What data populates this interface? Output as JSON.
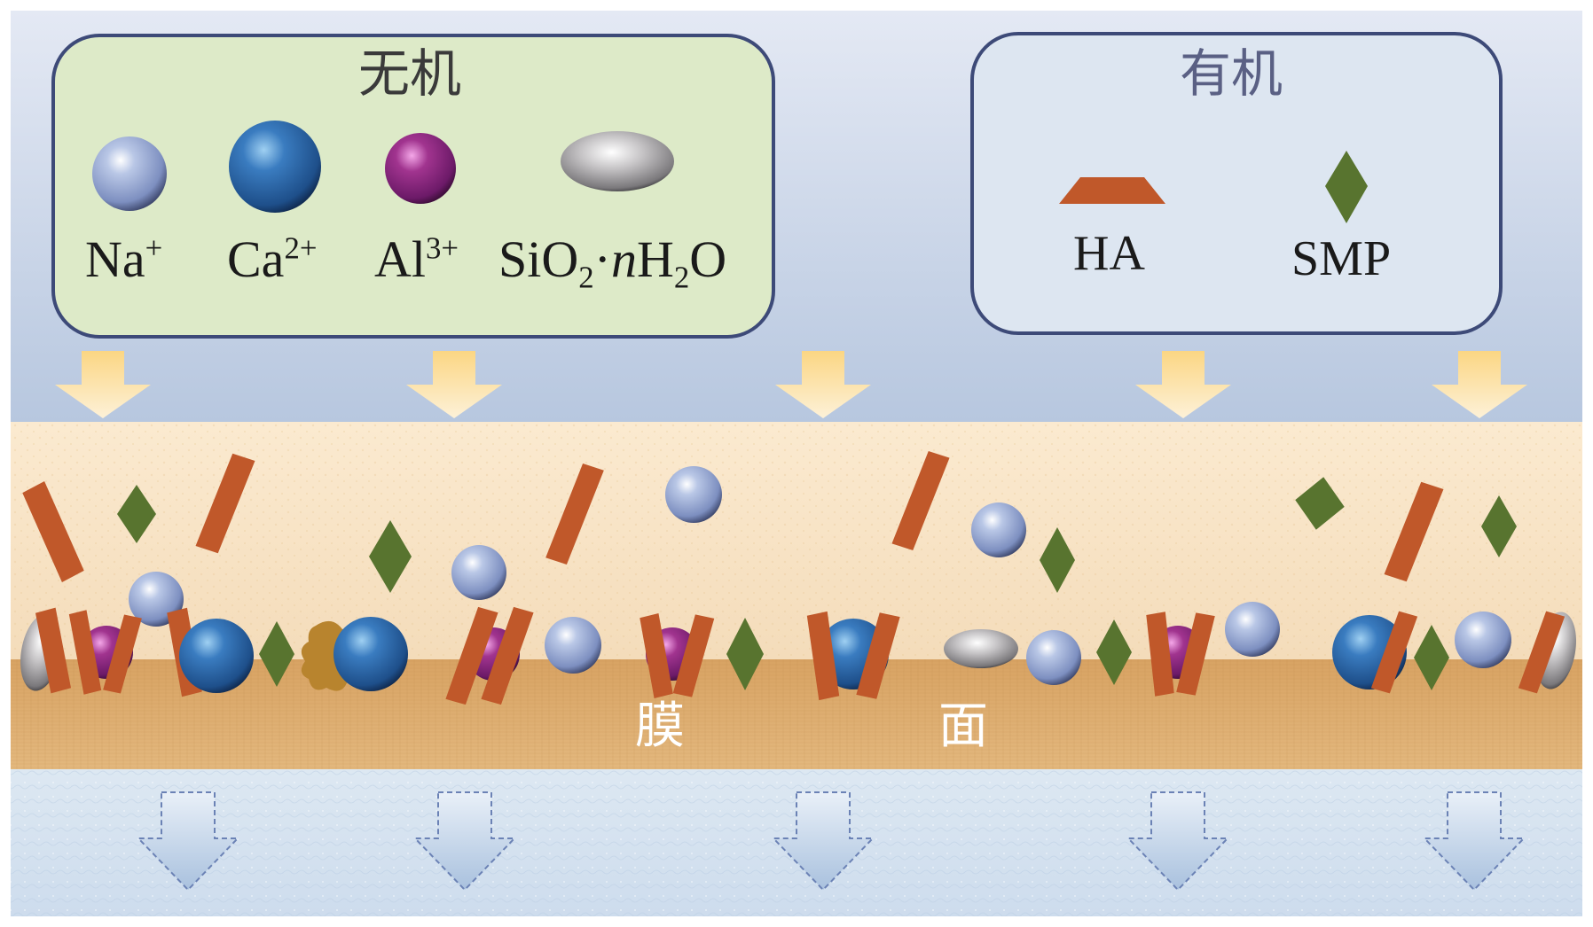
{
  "inorganic": {
    "title": "无机",
    "labels": {
      "na": {
        "base": "Na",
        "sup": "+"
      },
      "ca": {
        "base": "Ca",
        "sup": "2+"
      },
      "al": {
        "base": "Al",
        "sup": "3+"
      },
      "si": {
        "a": "SiO",
        "b": "2",
        "c": "·",
        "d": "n",
        "e": "H",
        "f": "2",
        "g": "O"
      }
    }
  },
  "organic": {
    "title": "有机",
    "labels": {
      "ha": "HA",
      "smp": "SMP"
    }
  },
  "membrane": {
    "char1": "膜",
    "char2": "面"
  },
  "colors": {
    "top_bg": "#c5d2e6",
    "cake": "#f7e2c2",
    "membrane": "#d9a86a",
    "permeate": "#d3e1ee",
    "inorganic_box": "#ddeac8",
    "organic_box": "#dde6f1",
    "box_border": "#3d4a78",
    "ha": "#c0582a",
    "smp": "#58742f",
    "arrow_feed": "#f7c86b",
    "arrow_permeate": "#b7cde6",
    "title_color": "#3d3d3d"
  }
}
